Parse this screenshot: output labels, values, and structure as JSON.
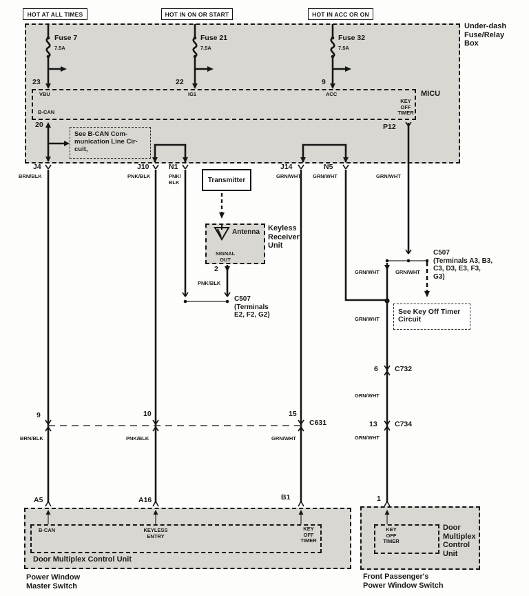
{
  "colors": {
    "panel_fill": "#d8d7d2",
    "wire": "#161616",
    "text": "#1a1a1a"
  },
  "headers": {
    "hot_all": "HOT AT ALL TIMES",
    "hot_on": "HOT IN ON OR START",
    "hot_acc": "HOT IN ACC OR ON"
  },
  "fusebox": {
    "title": "Under-dash\nFuse/Relay\nBox",
    "fuse7": {
      "name": "Fuse 7",
      "amp": "7.5A"
    },
    "fuse21": {
      "name": "Fuse 21",
      "amp": "7.5A"
    },
    "fuse32": {
      "name": "Fuse 32",
      "amp": "7.5A"
    },
    "pin23": "23",
    "pin22": "22",
    "pin9": "9",
    "vbu": "VBU",
    "ig1": "IG1",
    "acc": "ACC",
    "micu": "MICU",
    "key_off_timer": "KEY\nOFF\nTIMER",
    "bcan": "B-CAN",
    "pin20": "20",
    "p12": "P12",
    "see_bcan_note": "See B-CAN Com-\nmunication Line Cir-\ncuit,"
  },
  "connector_row": {
    "j4": "J4",
    "j10": "J10",
    "n1": "N1",
    "j14": "J14",
    "n5": "N5",
    "j4_color": "BRN/BLK",
    "j10_color": "PNK/BLK",
    "n1_color": "PNK/\nBLK",
    "j14_color": "GRN/WHT",
    "n5_color": "GRN/WHT",
    "p12_color": "GRN/WHT"
  },
  "keyless": {
    "transmitter": "Transmitter",
    "antenna": "Antenna",
    "signal_out": "SIGNAL\nOUT",
    "unit": "Keyless\nReceiver\nUnit",
    "pin2": "2",
    "pin2_color": "PNK/BLK",
    "c507": "C507\n(Terminals\nE2, F2, G2)"
  },
  "right_branch": {
    "c507": "C507\n(Terminals A3, B3,\nC3, D3, E3, F3,\nG3)",
    "grnwht_n5": "GRN/WHT",
    "grnwht_c507": "GRN/WHT",
    "grnwht_mid": "GRN/WHT",
    "grnwht_c732": "GRN/WHT",
    "grnwht_c734": "GRN/WHT",
    "see_key_off": "See Key Off Timer\nCircuit",
    "pin6": "6",
    "c732": "C732",
    "pin13": "13",
    "c734": "C734"
  },
  "c631_row": {
    "pin9": "9",
    "pin10": "10",
    "pin15": "15",
    "c631": "C631",
    "col9": "BRN/BLK",
    "col10": "PNK/BLK",
    "col15": "GRN/WHT"
  },
  "master_switch": {
    "pin_a5": "A5",
    "pin_a16": "A16",
    "pin_b1": "B1",
    "bcan": "B-CAN",
    "keyless_entry": "KEYLESS\nENTRY",
    "key_off_timer": "KEY\nOFF\nTIMER",
    "unit": "Door Multiplex Control Unit",
    "caption": "Power Window\nMaster Switch"
  },
  "passenger_switch": {
    "pin1": "1",
    "key_off_timer": "KEY\nOFF\nTIMER",
    "unit": "Door\nMultiplex\nControl\nUnit",
    "caption": "Front Passenger's\nPower Window Switch"
  }
}
